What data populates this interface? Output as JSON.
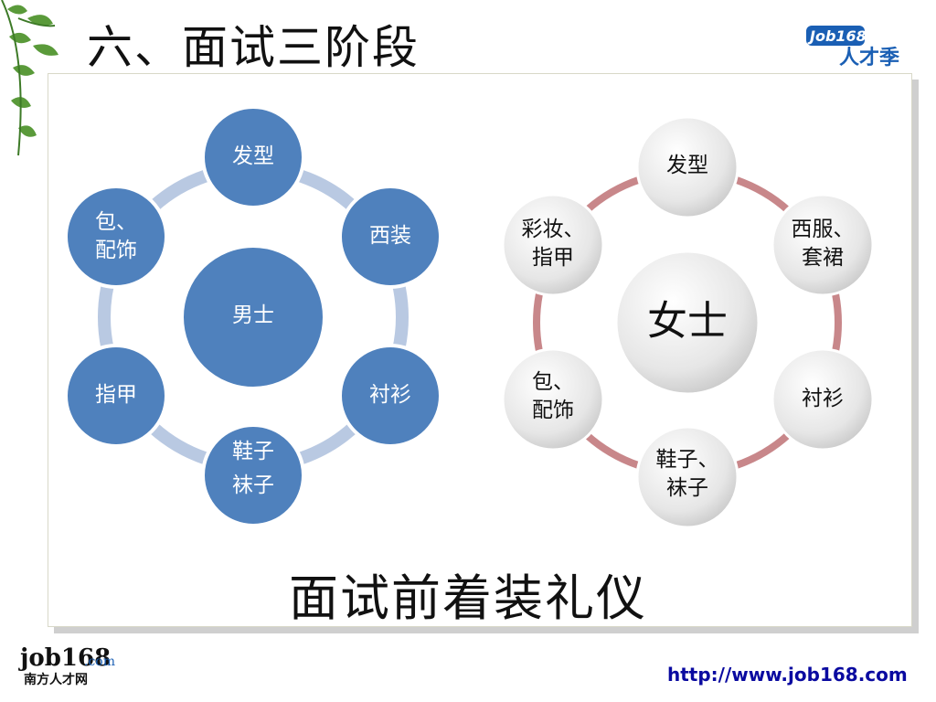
{
  "title": "六、面试三阶段",
  "brand_logo": {
    "icon": "job168-season-logo-icon",
    "text_main": "Job168",
    "text_sub": "人才季"
  },
  "men": {
    "center": "男士",
    "items": [
      [
        "发型"
      ],
      [
        "西装"
      ],
      [
        "衬衫"
      ],
      [
        "鞋子",
        "袜子"
      ],
      [
        "指甲"
      ],
      [
        "包、",
        "配饰"
      ]
    ],
    "node_color": "#4f81bd",
    "ring_color": "#b9c9e2"
  },
  "women": {
    "center": "女士",
    "items": [
      [
        "发型"
      ],
      [
        "西服、",
        "套裙"
      ],
      [
        "衬衫"
      ],
      [
        "鞋子、",
        "袜子"
      ],
      [
        "包、",
        "配饰"
      ],
      [
        "彩妆、",
        "指甲"
      ]
    ],
    "ring_color": "#c8878a"
  },
  "caption": "面试前着装礼仪",
  "footer": {
    "logo_icon": "job168-logo-icon",
    "logo_main": "job168",
    "logo_dotcom": ".com",
    "logo_sub": "南方人才网",
    "url": "http://www.job168.com"
  }
}
